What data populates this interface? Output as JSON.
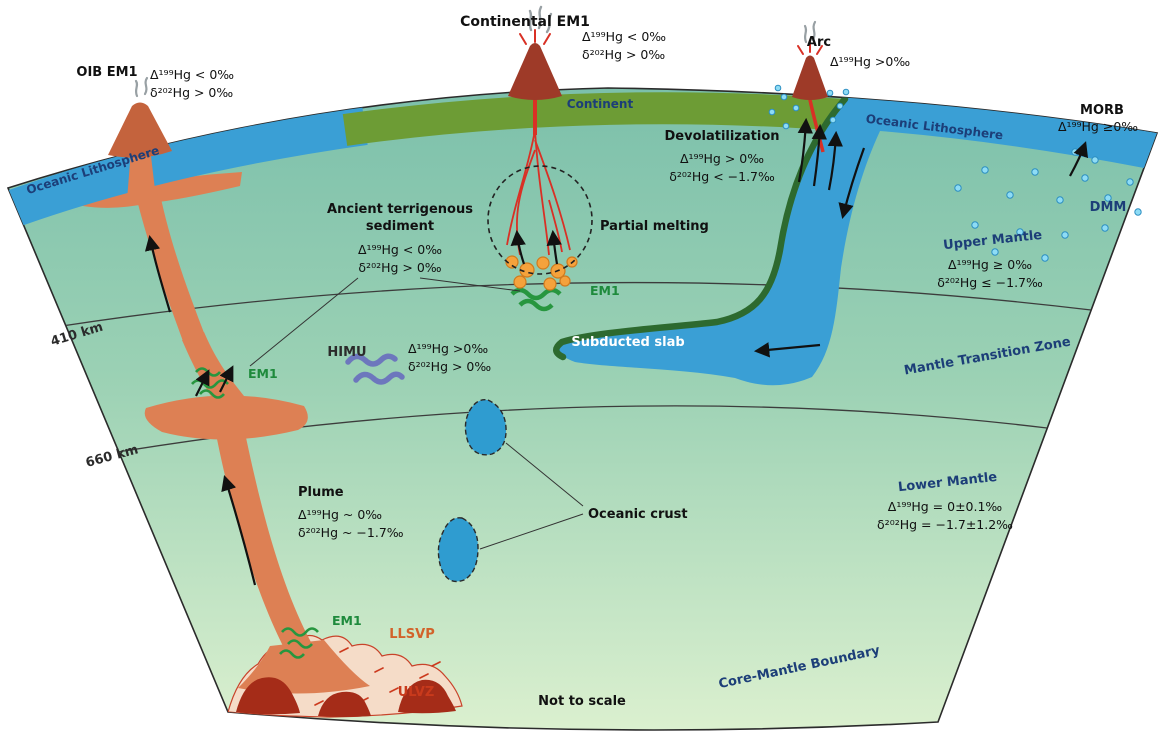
{
  "palette": {
    "mantle_top": "#7fc2ab",
    "mantle_bottom": "#d9efcf",
    "oceanic_lithosphere": "#3a9fd5",
    "continent": "#6d9c35",
    "slab_surface_green": "#2d6a2f",
    "plume_orange": "#dd8054",
    "volcano_brown": "#9e3a28",
    "magma_red": "#d93025",
    "em1_green": "#1e8a3c",
    "himu_purple": "#6d77bd",
    "label_navy": "#1c3e78",
    "llsvp_pink": "#f5dcc8",
    "ulvz_red": "#a52c18",
    "melt_orange": "#f5a23c",
    "dmm_dot_blue": "#8edcf5"
  },
  "volcanoes": {
    "oib": {
      "title": "OIB EM1",
      "iso1": "Δ¹⁹⁹Hg < 0‰",
      "iso2": "δ²⁰²Hg > 0‰"
    },
    "continental": {
      "title": "Continental EM1",
      "iso1": "Δ¹⁹⁹Hg < 0‰",
      "iso2": "δ²⁰²Hg > 0‰"
    },
    "arc": {
      "title": "Arc",
      "iso1": "Δ¹⁹⁹Hg >0‰"
    },
    "morb": {
      "title": "MORB",
      "iso1": "Δ¹⁹⁹Hg ≥0‰"
    }
  },
  "surface": {
    "oceanic_lithosphere_left": "Oceanic Lithosphere",
    "continent": "Continent",
    "oceanic_lithosphere_right": "Oceanic Lithosphere"
  },
  "processes": {
    "devolatilization": {
      "title": "Devolatilization",
      "iso1": "Δ¹⁹⁹Hg > 0‰",
      "iso2": "δ²⁰²Hg < −1.7‰"
    },
    "partial_melting": "Partial melting",
    "ancient_sediment": {
      "line1": "Ancient terrigenous",
      "line2": "sediment",
      "iso1": "Δ¹⁹⁹Hg < 0‰",
      "iso2": "δ²⁰²Hg > 0‰"
    },
    "plume": {
      "title": "Plume",
      "iso1": "Δ¹⁹⁹Hg ~ 0‰",
      "iso2": "δ²⁰²Hg ~ −1.7‰"
    },
    "himu": {
      "title": "HIMU",
      "iso1": "Δ¹⁹⁹Hg >0‰",
      "iso2": "δ²⁰²Hg > 0‰"
    }
  },
  "mantle": {
    "upper": {
      "title": "Upper Mantle",
      "iso1": "Δ¹⁹⁹Hg ≥ 0‰",
      "iso2": "δ²⁰²Hg ≤ −1.7‰"
    },
    "transition": "Mantle Transition Zone",
    "lower": {
      "title": "Lower Mantle",
      "iso1": "Δ¹⁹⁹Hg = 0±0.1‰",
      "iso2": "δ²⁰²Hg = −1.7±1.2‰"
    },
    "dmm": "DMM",
    "subducted_slab": "Subducted slab",
    "oceanic_crust": "Oceanic crust",
    "core_mantle_boundary": "Core-Mantle Boundary",
    "llsvp": "LLSVP",
    "ulvz": "ULVZ",
    "depth_410": "410 km",
    "depth_660": "660 km"
  },
  "reservoir_tags": {
    "em1_plume": "EM1",
    "em1_660": "EM1",
    "em1_sediment": "EM1"
  },
  "footnote": "Not to scale"
}
